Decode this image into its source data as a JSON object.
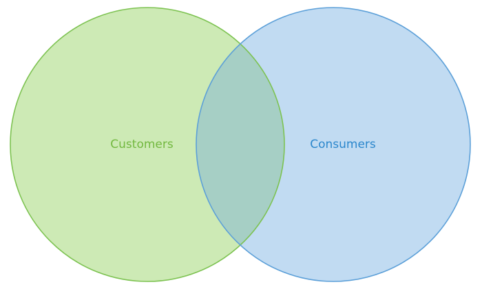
{
  "diagram": {
    "type": "venn",
    "sets": [
      {
        "label": "Customers",
        "fill": "#cdeab5",
        "stroke": "#7cc250",
        "text_color": "#72b83f"
      },
      {
        "label": "Consumers",
        "fill": "#c1dbf2",
        "stroke": "#5b9fd8",
        "text_color": "#2a86cc"
      }
    ],
    "overlap_fill": "#a6cfc5"
  }
}
